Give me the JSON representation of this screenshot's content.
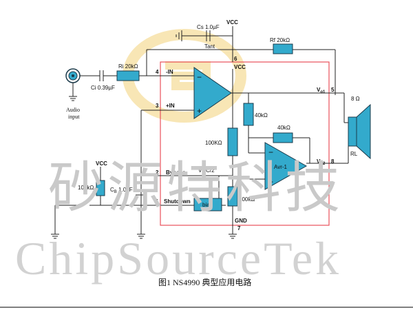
{
  "labels": {
    "vcc_top": "VCC",
    "vcc_left": "VCC",
    "cs": "Cs 1.0µF",
    "tant": "Tant",
    "pin6": "6",
    "vcc_chip": "VCC",
    "rf": "Rf 20kΩ",
    "ri": "Ri 20kΩ",
    "ci": "Ci 0.39µF",
    "audio_input_1": "Audio",
    "audio_input_2": "input",
    "pin4": "4",
    "minus_in": "-IN",
    "pin3": "3",
    "plus_in": "+IN",
    "vo1": "V",
    "vo1_sub": "o1",
    "pin5": "5",
    "speaker_ohm": "8 Ω",
    "r40k_v": "40kΩ",
    "r40k_h": "40kΩ",
    "r100k_mid": "100KΩ",
    "avr": "Avr-1",
    "vo2": "V",
    "vo2_sub": "o2",
    "pin8": "8",
    "rl": "RL",
    "pin2": "2",
    "bypass": "Bypass",
    "vcc_half": "VCC/2",
    "r100k_left": "100kΩ",
    "cb": "C",
    "cb_sub": "B",
    "cb_val": " 1.0µF",
    "pin1": "1",
    "shutdown": "Shutdown",
    "bias": "bias",
    "r100k_low": "100kΩ",
    "gnd": "GND",
    "pin7": "7",
    "minus_sign": "−",
    "plus_sign": "+"
  },
  "watermark": {
    "chinese": "砂源特科技",
    "english": "ChipSourceTek"
  },
  "caption": "图1  NS4990 典型应用电路",
  "colors": {
    "chip_border": "#e8505a",
    "component": "#33aacc",
    "logo": "#f3d27a"
  }
}
